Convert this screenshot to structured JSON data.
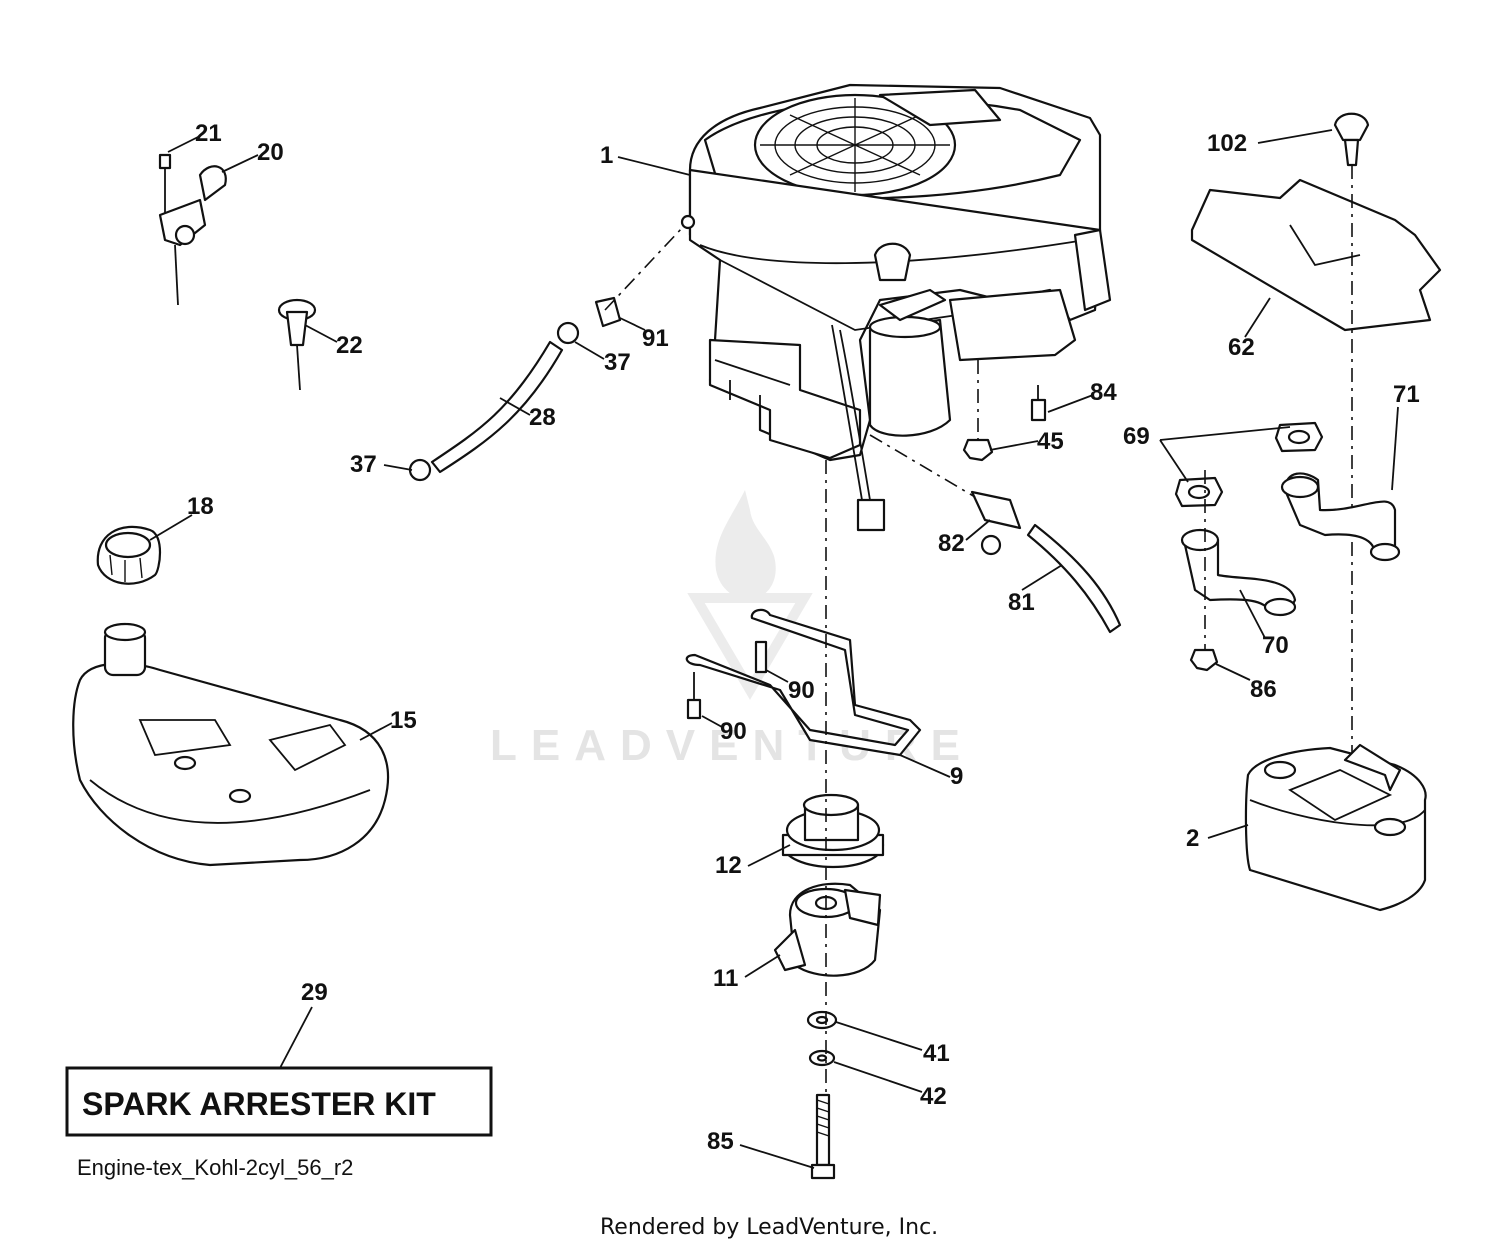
{
  "callouts": [
    {
      "id": "c1",
      "label": "1"
    },
    {
      "id": "c2",
      "label": "2"
    },
    {
      "id": "c9",
      "label": "9"
    },
    {
      "id": "c11",
      "label": "11"
    },
    {
      "id": "c12",
      "label": "12"
    },
    {
      "id": "c15",
      "label": "15"
    },
    {
      "id": "c18",
      "label": "18"
    },
    {
      "id": "c20",
      "label": "20"
    },
    {
      "id": "c21",
      "label": "21"
    },
    {
      "id": "c22",
      "label": "22"
    },
    {
      "id": "c28",
      "label": "28"
    },
    {
      "id": "c29",
      "label": "29"
    },
    {
      "id": "c37a",
      "label": "37"
    },
    {
      "id": "c37b",
      "label": "37"
    },
    {
      "id": "c41",
      "label": "41"
    },
    {
      "id": "c42",
      "label": "42"
    },
    {
      "id": "c45",
      "label": "45"
    },
    {
      "id": "c62",
      "label": "62"
    },
    {
      "id": "c69",
      "label": "69"
    },
    {
      "id": "c70",
      "label": "70"
    },
    {
      "id": "c71",
      "label": "71"
    },
    {
      "id": "c81",
      "label": "81"
    },
    {
      "id": "c82",
      "label": "82"
    },
    {
      "id": "c84",
      "label": "84"
    },
    {
      "id": "c85",
      "label": "85"
    },
    {
      "id": "c86",
      "label": "86"
    },
    {
      "id": "c90a",
      "label": "90"
    },
    {
      "id": "c90b",
      "label": "90"
    },
    {
      "id": "c91",
      "label": "91"
    },
    {
      "id": "c102",
      "label": "102"
    }
  ],
  "kit_box": {
    "label": "SPARK ARRESTER KIT"
  },
  "diagram_code": "Engine-tex_Kohl-2cyl_56_r2",
  "footer": "Rendered by LeadVenture, Inc.",
  "watermark": "LEADVENTURE"
}
